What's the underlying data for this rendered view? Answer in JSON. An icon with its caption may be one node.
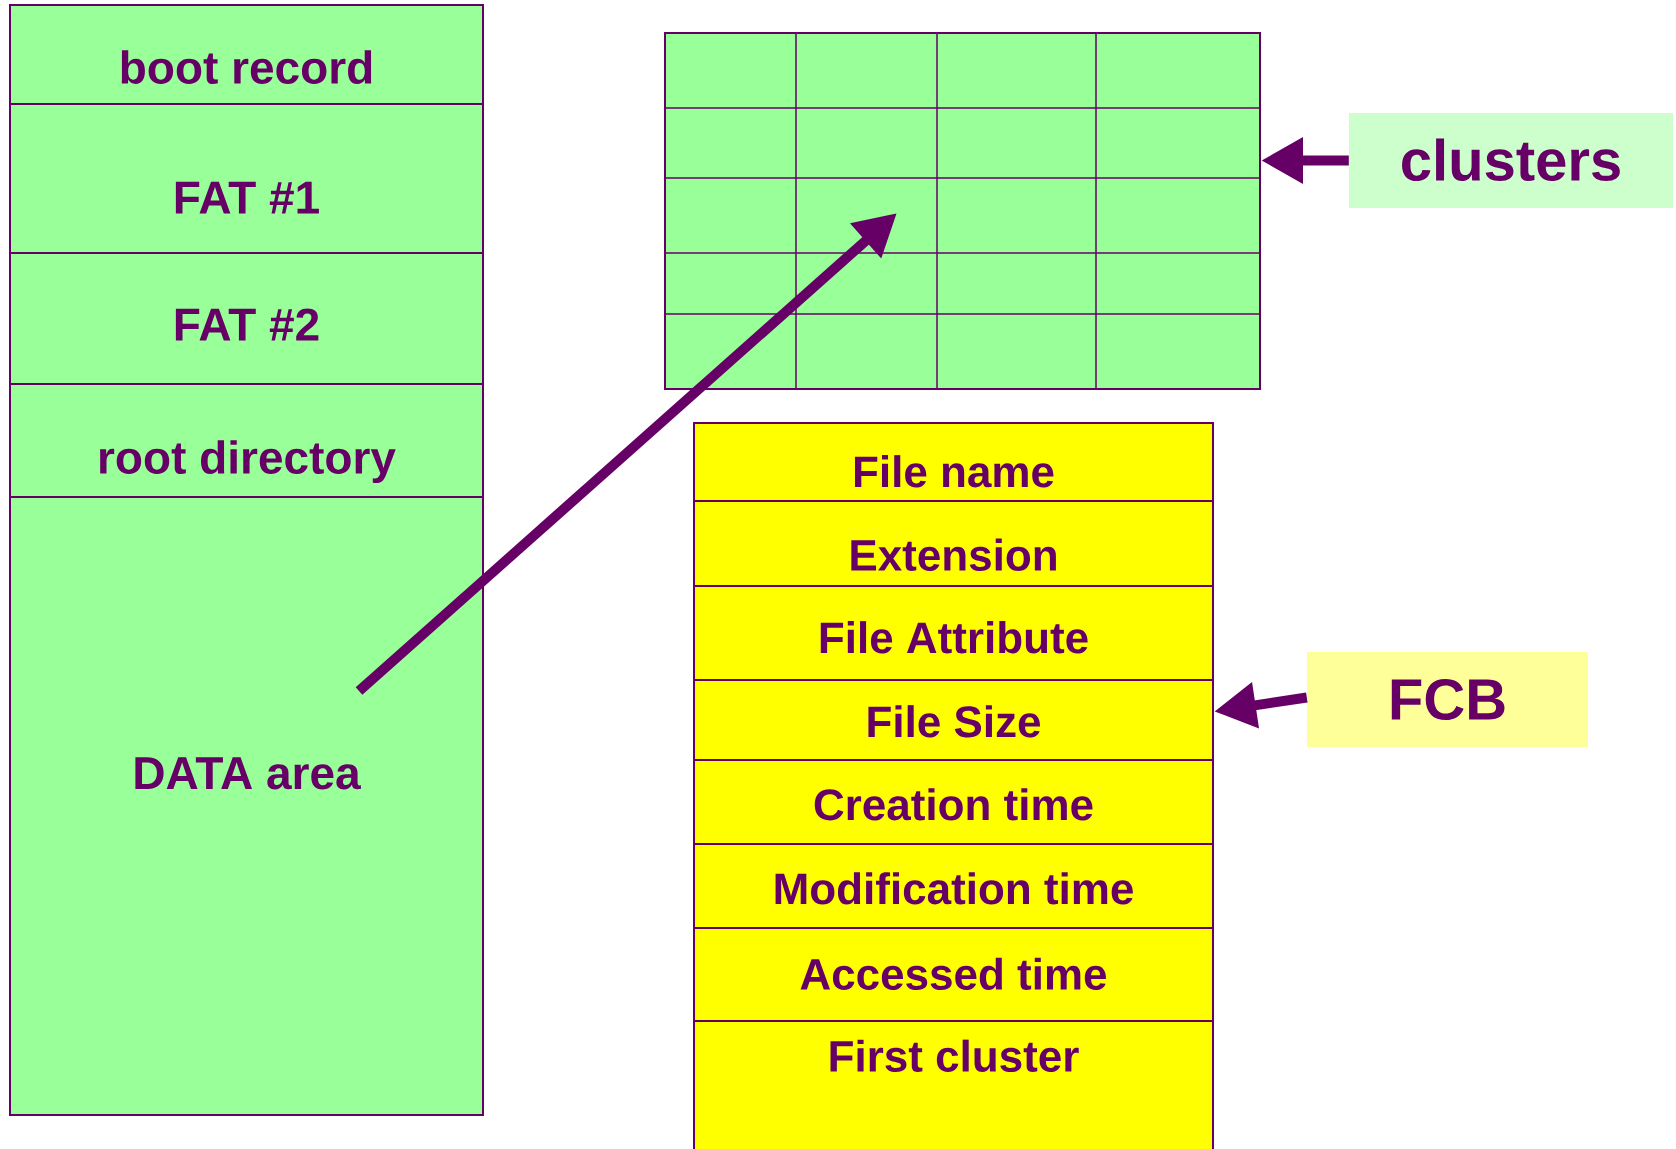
{
  "diagram": {
    "nodes": [
      {
        "text": [
          "boot record"
        ]
      },
      {
        "text": [
          "FAT #1"
        ]
      },
      {
        "text": [
          "FAT #2"
        ]
      },
      {
        "text": [
          "root directory"
        ]
      },
      {
        "text": [
          "DATA area"
        ]
      },
      {
        "text": [],
        "shape": "box"
      },
      {
        "text": [
          "clusters"
        ]
      },
      {
        "text": [],
        "shape": "box"
      },
      {
        "text": [
          "File name"
        ],
        "in": 7
      },
      {
        "text": [
          "Extension"
        ],
        "in": 7
      },
      {
        "text": [
          "File Attribute"
        ],
        "in": 7
      },
      {
        "text": [
          "File Size"
        ],
        "in": 7
      },
      {
        "text": [
          "Creation time"
        ],
        "in": 7
      },
      {
        "text": [
          "Modification time"
        ],
        "in": 7
      },
      {
        "text": [
          "Accessed time"
        ],
        "in": 7
      },
      {
        "text": [
          "First cluster"
        ],
        "in": 7
      },
      {
        "text": [
          "FCB"
        ]
      }
    ],
    "edges": [
      {
        "from": 4,
        "to": 5,
        "arrow": "to"
      },
      {
        "from": 6,
        "to": 5,
        "arrow": "to"
      },
      {
        "from": 16,
        "to": 7,
        "arrow": "to"
      }
    ]
  }
}
